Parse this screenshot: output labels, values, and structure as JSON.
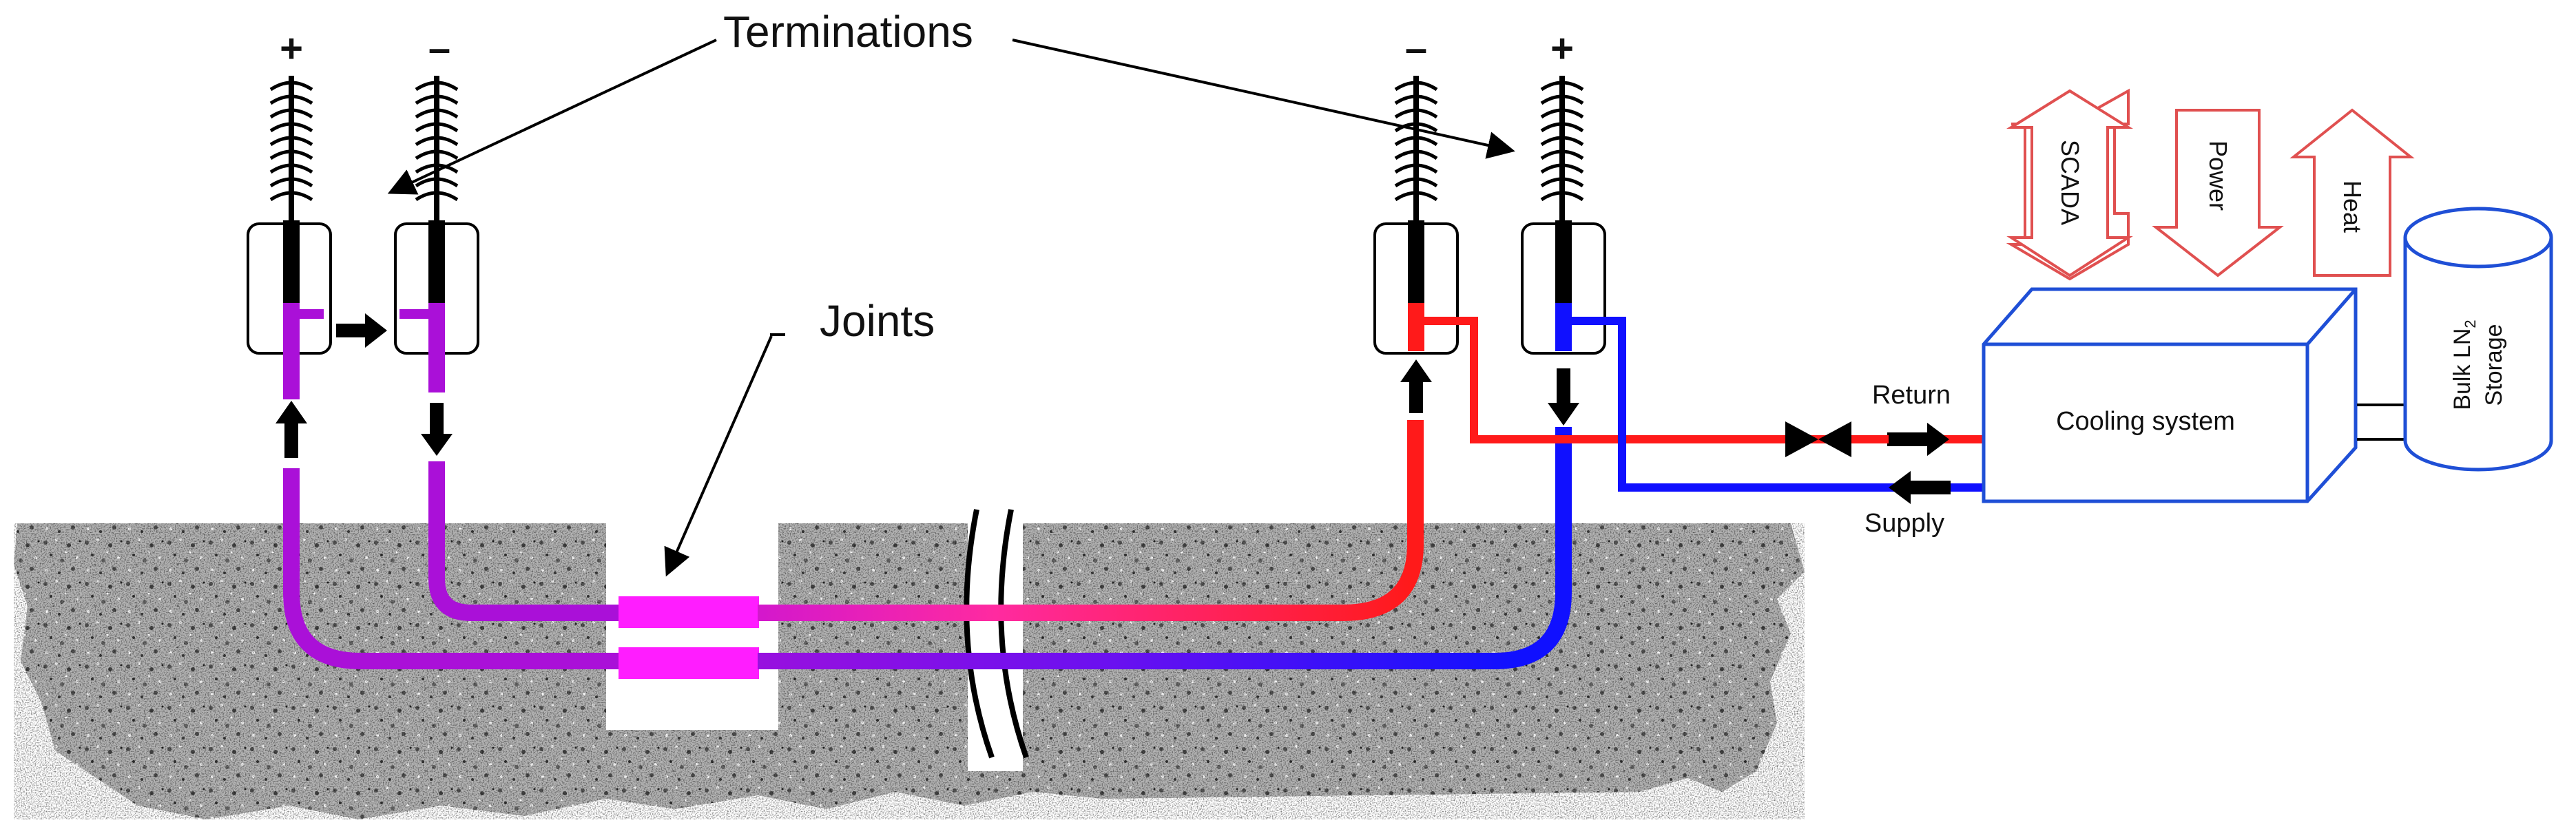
{
  "labels": {
    "terminations": "Terminations",
    "joints": "Joints",
    "return": "Return",
    "supply": "Supply",
    "cooling_system": "Cooling system",
    "storage_line1": "Bulk LN",
    "storage_sub": "2",
    "storage_line2": "Storage",
    "scada": "SCADA",
    "power": "Power",
    "heat": "Heat"
  },
  "polarity": {
    "left_plus": "+",
    "left_minus": "–",
    "right_minus": "–",
    "right_plus": "+"
  },
  "colors": {
    "purple": "#aa10d8",
    "magenta": "#ff1dff",
    "red": "#ff1a1a",
    "blue": "#1010ff",
    "box_blue": "#1f4fd6",
    "arrow_outline": "#e05050",
    "ground": "#9a9a9a"
  },
  "icons": [
    "valve-icon",
    "flow-arrow-icon",
    "insulator-icon"
  ]
}
